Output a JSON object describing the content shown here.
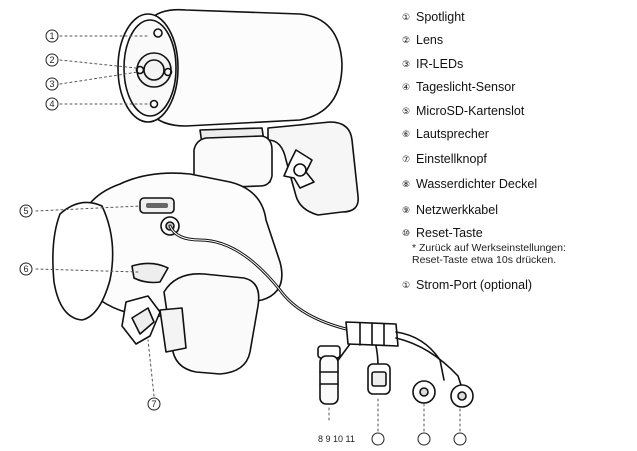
{
  "legend": {
    "items": [
      {
        "num": "①",
        "label": "Spotlight"
      },
      {
        "num": "②",
        "label": "Lens"
      },
      {
        "num": "③",
        "label": "IR-LEDs"
      },
      {
        "num": "④",
        "label": "Tageslicht-Sensor"
      },
      {
        "num": "⑤",
        "label": "MicroSD-Kartenslot"
      },
      {
        "num": "⑥",
        "label": "Lautsprecher"
      },
      {
        "num": "⑦",
        "label": "Einstellknopf"
      },
      {
        "num": "⑧",
        "label": "Wasserdichter Deckel"
      },
      {
        "num": "⑨",
        "label": "Netzwerkkabel"
      },
      {
        "num": "⑩",
        "label": "Reset-Taste"
      },
      {
        "num": "①",
        "label": "Strom-Port (optional)"
      }
    ],
    "note_line1": "* Zurück auf Werkseinstellungen:",
    "note_line2": "Reset-Taste etwa 10s drücken."
  },
  "callouts": {
    "c1": "1",
    "c2": "2",
    "c3": "3",
    "c4": "4",
    "c5": "5",
    "c6": "6",
    "c7": "7",
    "bottom": "8 9 10 11"
  }
}
